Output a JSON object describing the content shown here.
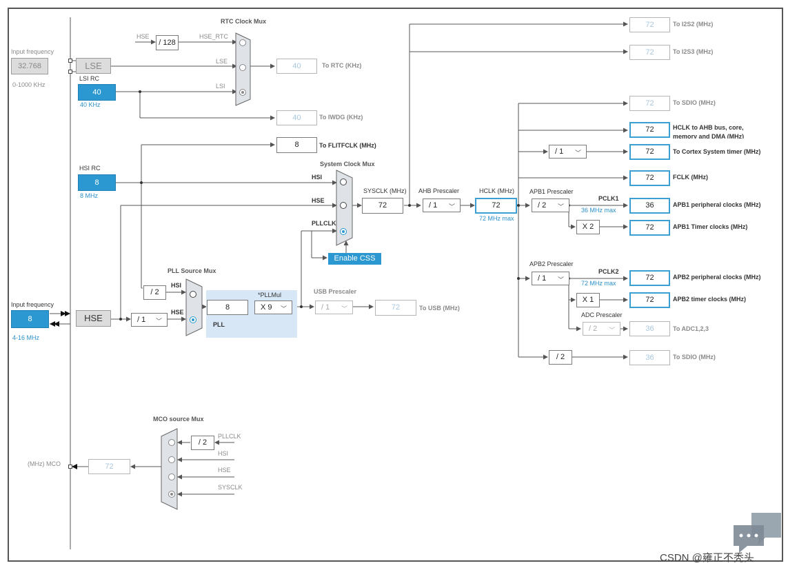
{
  "colors": {
    "accent": "#2b98d1",
    "disabled_text": "#a9c7de",
    "wire": "#555555",
    "highlight_border": "#3aa0d4"
  },
  "left": {
    "input_freq_lse_label": "Input frequency",
    "input_freq_lse_value": "32.768",
    "input_freq_lse_range": "0-1000 KHz",
    "lse": "LSE",
    "lsi_rc_label": "LSI RC",
    "lsi_value": "40",
    "lsi_freq": "40 KHz",
    "hsi_rc_label": "HSI RC",
    "hsi_value": "8",
    "hsi_freq": "8 MHz",
    "input_freq_hse_label": "Input frequency",
    "input_freq_hse_value": "8",
    "input_freq_hse_range": "4-16 MHz",
    "hse": "HSE",
    "mco_label": "(MHz) MCO"
  },
  "rtc": {
    "title": "RTC Clock Mux",
    "hse": "HSE",
    "div128": "/ 128",
    "hse_rtc": "HSE_RTC",
    "lse": "LSE",
    "lsi": "LSI",
    "to_rtc_value": "40",
    "to_rtc_label": "To RTC (KHz)",
    "to_iwdg_value": "40",
    "to_iwdg_label": "To IWDG (KHz)",
    "to_flit_value": "8",
    "to_flit_label": "To FLITFCLK (MHz)"
  },
  "sysmux": {
    "title": "System Clock Mux",
    "hsi": "HSI",
    "hse": "HSE",
    "pllclk": "PLLCLK",
    "enable_css": "Enable CSS",
    "sysclk_label": "SYSCLK (MHz)",
    "sysclk_value": "72",
    "ahb_label": "AHB Prescaler",
    "ahb_value": "/ 1",
    "hclk_label": "HCLK (MHz)",
    "hclk_value": "72",
    "hclk_max": "72 MHz max"
  },
  "pll": {
    "source_title": "PLL Source Mux",
    "div2": "/ 2",
    "hsi": "HSI",
    "hse": "HSE",
    "hse_div": "/ 1",
    "value": "8",
    "mul_label": "*PLLMul",
    "mul_value": "X 9",
    "label": "PLL",
    "usb_title": "USB Prescaler",
    "usb_div": "/ 1",
    "usb_value": "72",
    "usb_label": "To USB (MHz)"
  },
  "outputs": {
    "i2s2_value": "72",
    "i2s2_label": "To I2S2 (MHz)",
    "i2s3_value": "72",
    "i2s3_label": "To I2S3 (MHz)",
    "sdio1_value": "72",
    "sdio1_label": "To SDIO (MHz)",
    "hclk_ahb_value": "72",
    "hclk_ahb_label_1": "HCLK to AHB bus, core,",
    "hclk_ahb_label_2": "memory and DMA (MHz)",
    "cortex_div": "/ 1",
    "cortex_value": "72",
    "cortex_label": "To Cortex System timer (MHz)",
    "fclk_value": "72",
    "fclk_label": "FCLK (MHz)",
    "apb1_title": "APB1 Prescaler",
    "apb1_div": "/ 2",
    "pclk1": "PCLK1",
    "pclk1_max": "36 MHz max",
    "apb1_periph_value": "36",
    "apb1_periph_label": "APB1 peripheral clocks (MHz)",
    "apb1_timer_mul": "X 2",
    "apb1_timer_value": "72",
    "apb1_timer_label": "APB1 Timer clocks (MHz)",
    "apb2_title": "APB2 Prescaler",
    "apb2_div": "/ 1",
    "pclk2": "PCLK2",
    "pclk2_max": "72 MHz max",
    "apb2_periph_value": "72",
    "apb2_periph_label": "APB2 peripheral clocks (MHz)",
    "apb2_timer_mul": "X 1",
    "apb2_timer_value": "72",
    "apb2_timer_label": "APB2 timer clocks (MHz)",
    "adc_title": "ADC Prescaler",
    "adc_div": "/ 2",
    "adc_value": "36",
    "adc_label": "To ADC1,2,3",
    "sdio2_div": "/ 2",
    "sdio2_value": "36",
    "sdio2_label": "To SDIO (MHz)"
  },
  "mco": {
    "title": "MCO source Mux",
    "div2": "/ 2",
    "pllclk": "PLLCLK",
    "hsi": "HSI",
    "hse": "HSE",
    "sysclk": "SYSCLK",
    "value": "72"
  },
  "watermark": "CSDN @雍正不秃头"
}
